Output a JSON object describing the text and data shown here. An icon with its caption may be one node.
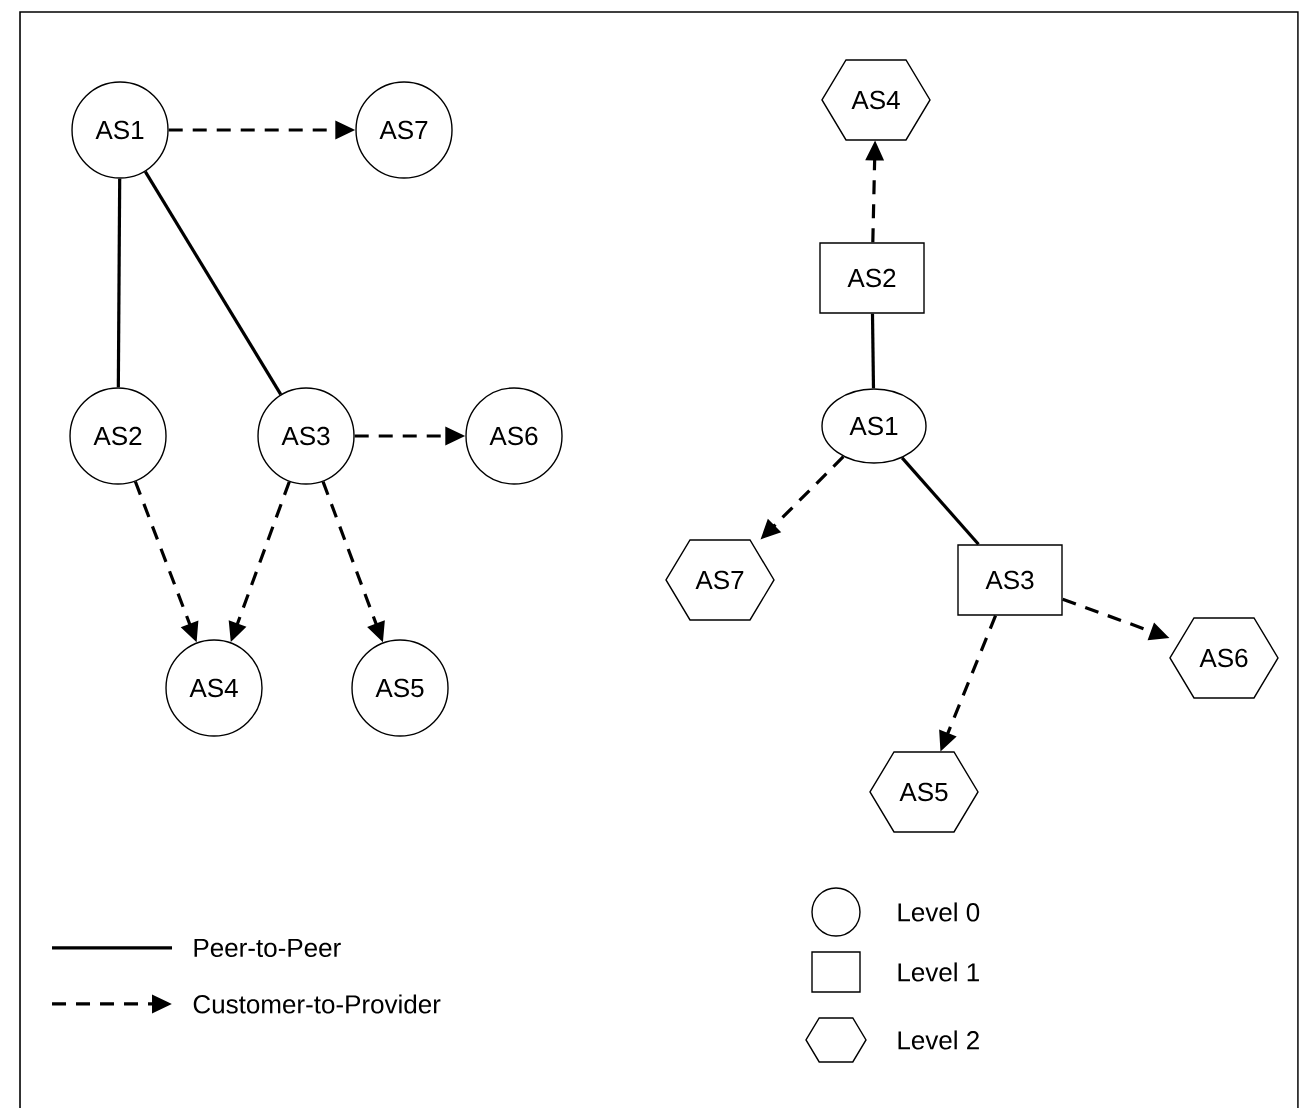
{
  "diagram": {
    "nodes": [
      {
        "text": [
          "AS1"
        ]
      },
      {
        "text": [
          "AS7"
        ]
      },
      {
        "text": [
          "AS2"
        ]
      },
      {
        "text": [
          "AS3"
        ]
      },
      {
        "text": [
          "AS6"
        ]
      },
      {
        "text": [
          "AS4"
        ]
      },
      {
        "text": [
          "AS5"
        ]
      },
      {
        "text": [
          "AS4"
        ]
      },
      {
        "text": [
          "AS2"
        ]
      },
      {
        "text": [
          "AS1"
        ]
      },
      {
        "text": [
          "AS7"
        ]
      },
      {
        "text": [
          "AS3"
        ]
      },
      {
        "text": [
          "AS6"
        ]
      },
      {
        "text": [
          "AS5"
        ]
      }
    ],
    "edges": [
      {
        "from": 0,
        "to": 1,
        "arrow": "to",
        "style": "dashed"
      },
      {
        "from": 0,
        "to": 2,
        "arrow": "none"
      },
      {
        "from": 0,
        "to": 3,
        "arrow": "none"
      },
      {
        "from": 3,
        "to": 4,
        "arrow": "to",
        "style": "dashed"
      },
      {
        "from": 2,
        "to": 5,
        "arrow": "to",
        "style": "dashed"
      },
      {
        "from": 3,
        "to": 5,
        "arrow": "to",
        "style": "dashed"
      },
      {
        "from": 3,
        "to": 6,
        "arrow": "to",
        "style": "dashed"
      },
      {
        "from": 8,
        "to": 7,
        "arrow": "to",
        "style": "dashed"
      },
      {
        "from": 9,
        "to": 8,
        "arrow": "none"
      },
      {
        "from": 9,
        "to": 10,
        "arrow": "to",
        "style": "dashed"
      },
      {
        "from": 9,
        "to": 11,
        "arrow": "none"
      },
      {
        "from": 11,
        "to": 12,
        "arrow": "to",
        "style": "dashed"
      },
      {
        "from": 11,
        "to": 13,
        "arrow": "to",
        "style": "dashed"
      }
    ],
    "legend": [
      {
        "text": "Peer-to-Peer"
      },
      {
        "text": "Customer-to-Provider"
      },
      {
        "text": "Level 0"
      },
      {
        "text": "Level 1"
      },
      {
        "text": "Level 2"
      }
    ]
  }
}
